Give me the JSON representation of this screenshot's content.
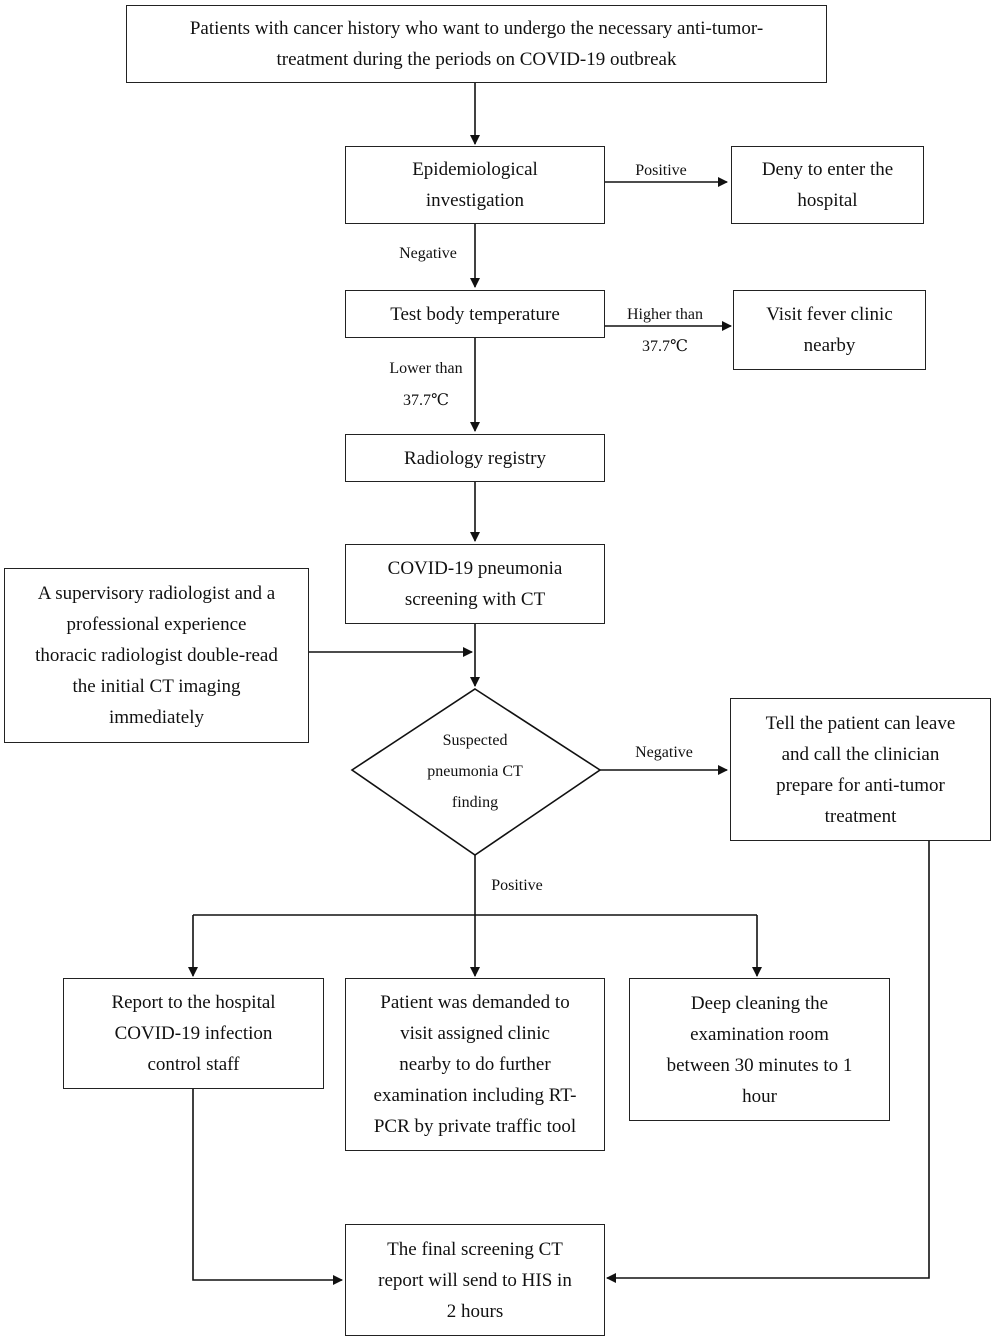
{
  "nodes": {
    "start": [
      "Patients with cancer history who want to undergo the necessary anti-tumor-",
      "treatment during the periods on COVID-19 outbreak"
    ],
    "epi": [
      "Epidemiological",
      "investigation"
    ],
    "deny": [
      "Deny to enter the",
      "hospital"
    ],
    "temp": "Test body temperature",
    "fever": [
      "Visit fever clinic",
      "nearby"
    ],
    "registry": "Radiology registry",
    "screening": [
      "COVID-19 pneumonia",
      "screening with CT"
    ],
    "supervisory": [
      "A supervisory radiologist and a",
      "professional experience",
      "thoracic radiologist double-read",
      "the initial CT imaging",
      "immediately"
    ],
    "decision": [
      "Suspected",
      "pneumonia CT",
      "finding"
    ],
    "leave": [
      "Tell the patient can leave",
      "and call the clinician",
      "prepare for anti-tumor",
      "treatment"
    ],
    "report": [
      "Report to the hospital",
      "COVID-19 infection",
      "control staff"
    ],
    "clinic": [
      "Patient was demanded to",
      "visit assigned clinic",
      "nearby to do further",
      "examination including RT-",
      "PCR by private traffic tool"
    ],
    "cleaning": [
      "Deep cleaning the",
      "examination room",
      "between 30 minutes to 1",
      "hour"
    ],
    "final": [
      "The final screening CT",
      "report will send to HIS in",
      "2 hours"
    ]
  },
  "edge_labels": {
    "positive_1": "Positive",
    "negative_1": "Negative",
    "higher": [
      "Higher than",
      "37.7℃"
    ],
    "lower": [
      "Lower than",
      "37.7℃"
    ],
    "negative_2": "Negative",
    "positive_2": "Positive"
  }
}
